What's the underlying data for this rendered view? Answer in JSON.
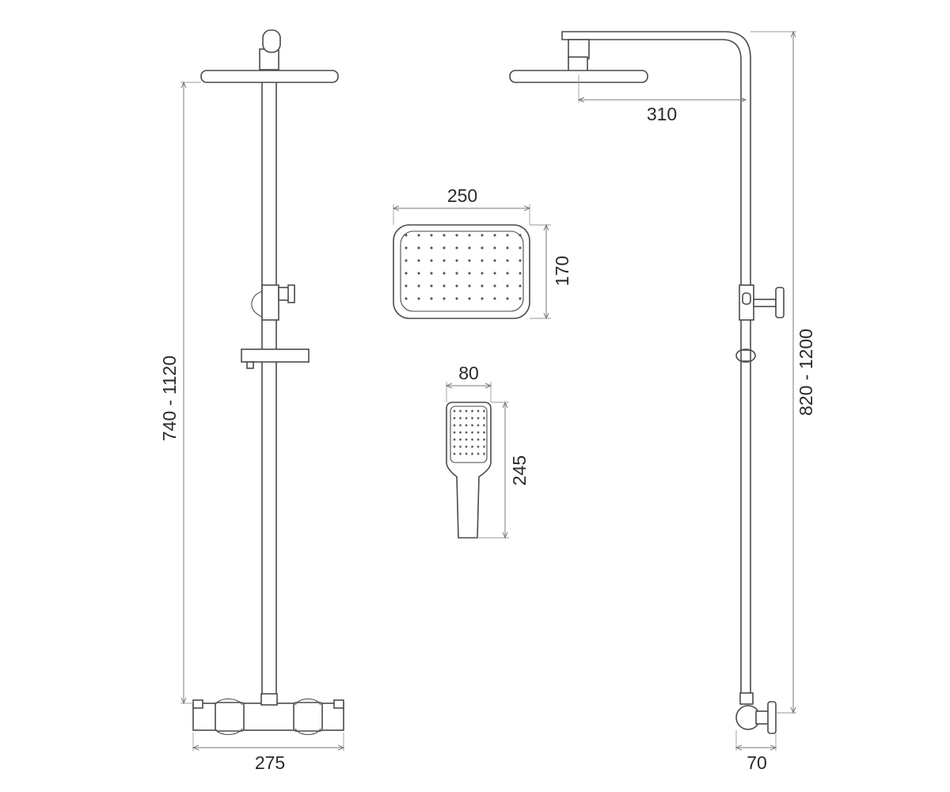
{
  "dimensions": {
    "front_height_range": "740 - 1120",
    "front_body_width": "275",
    "side_arm_reach": "310",
    "side_total_height": "820 - 1200",
    "side_depth": "70",
    "head_width": "250",
    "head_depth": "170",
    "hand_width": "80",
    "hand_length": "245"
  },
  "colors": {
    "line": "#4a4a4a",
    "dimension": "#7a7a7a",
    "background": "#ffffff"
  }
}
